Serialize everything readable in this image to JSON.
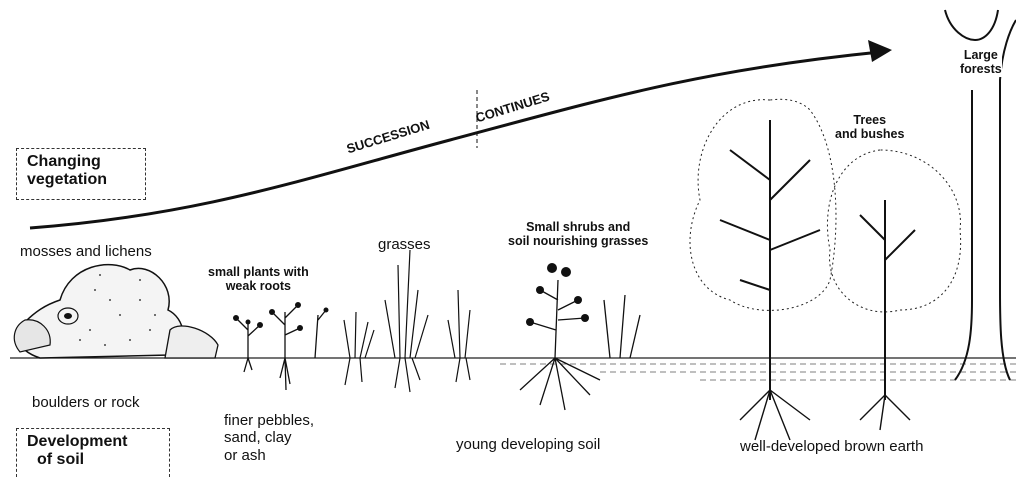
{
  "vegetation_box": {
    "line1": "Changing",
    "line2": "vegetation"
  },
  "soil_box": {
    "line1": "Development",
    "line2": "of soil"
  },
  "arrow": {
    "label_left": "SUCCESSION",
    "label_right": "CONTINUES"
  },
  "stages": {
    "mosses": "mosses and lichens",
    "small_plants": {
      "line1": "small plants with",
      "line2": "weak roots"
    },
    "grasses": "grasses",
    "shrubs": {
      "line1": "Small shrubs and",
      "line2": "soil nourishing grasses"
    },
    "trees": {
      "line1": "Trees",
      "line2": "and bushes"
    },
    "forests": {
      "line1": "Large",
      "line2": "forests"
    }
  },
  "soils": {
    "rock": "boulders or rock",
    "pebbles": {
      "line1": "finer pebbles,",
      "line2": "sand, clay",
      "line3": "or ash"
    },
    "young": "young developing soil",
    "brown": "well-developed brown earth"
  }
}
